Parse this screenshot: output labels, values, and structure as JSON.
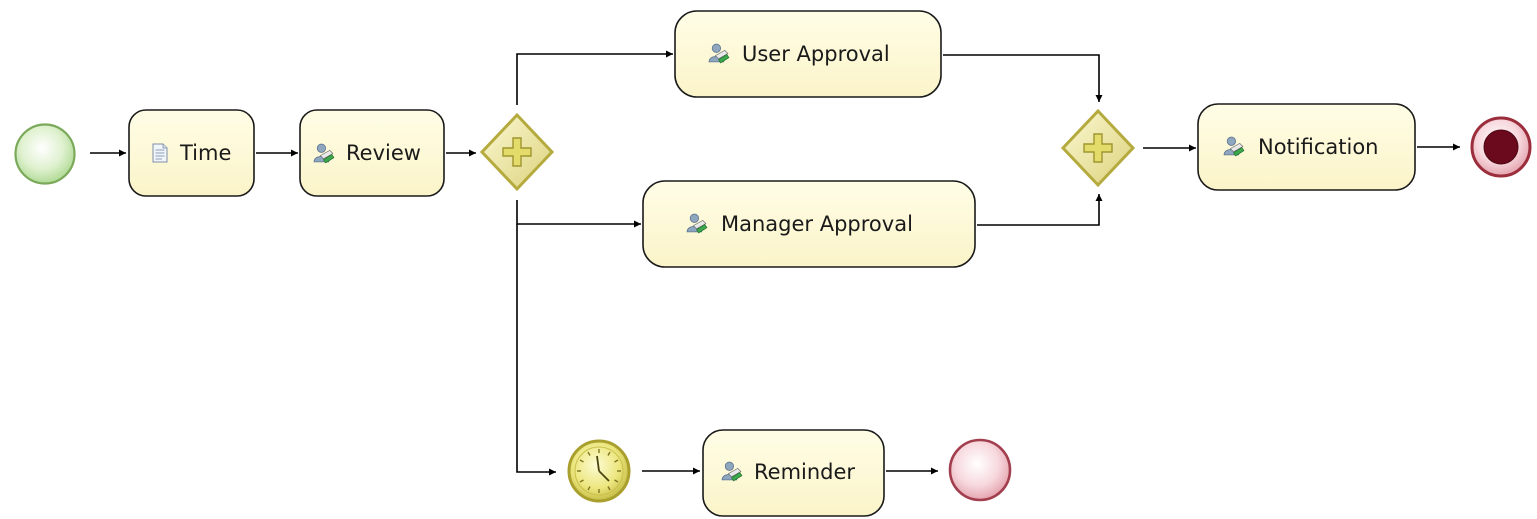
{
  "diagram": {
    "tasks": {
      "time": {
        "label": "Time",
        "icon": "script-icon"
      },
      "review": {
        "label": "Review",
        "icon": "user-task-icon"
      },
      "user_approval": {
        "label": "User Approval",
        "icon": "user-task-icon"
      },
      "manager_approval": {
        "label": "Manager Approval",
        "icon": "user-task-icon"
      },
      "notification": {
        "label": "Notification",
        "icon": "user-task-icon"
      },
      "reminder": {
        "label": "Reminder",
        "icon": "user-task-icon"
      }
    },
    "events": {
      "start": {
        "icon": "start-event-icon"
      },
      "timer": {
        "icon": "timer-icon"
      },
      "end_reminder": {
        "icon": "end-event-icon"
      },
      "end_terminate": {
        "icon": "terminate-end-event-icon"
      }
    },
    "gateways": {
      "split": {
        "icon": "parallel-gateway-icon"
      },
      "join": {
        "icon": "parallel-gateway-icon"
      }
    },
    "colors": {
      "task_fill": "#fefbd9",
      "start_fill": "#cfeaba",
      "end_fill": "#f3c5cc",
      "gateway_fill": "#ece6a0",
      "timer_fill": "#e3dc6c"
    }
  }
}
